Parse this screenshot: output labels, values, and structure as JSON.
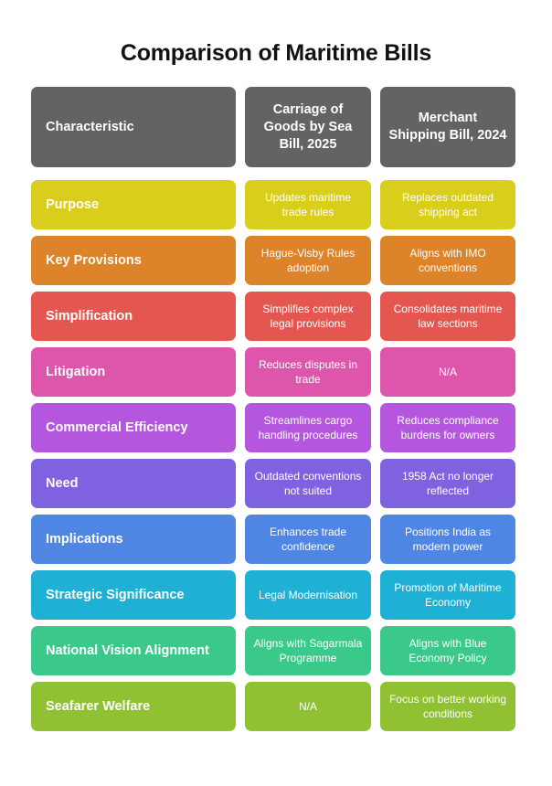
{
  "title": "Comparison of Maritime Bills",
  "columns": {
    "characteristic": "Characteristic",
    "bill_a": "Carriage of Goods by Sea Bill, 2025",
    "bill_b": "Merchant Shipping Bill, 2024"
  },
  "header_color": "#636363",
  "title_color": "#121212",
  "background_color": "#ffffff",
  "text_color": "#ffffff",
  "rows": [
    {
      "characteristic": "Purpose",
      "bill_a": "Updates maritime trade rules",
      "bill_b": "Replaces outdated shipping act",
      "color": "#D9CE1C"
    },
    {
      "characteristic": "Key Provisions",
      "bill_a": "Hague-Visby Rules adoption",
      "bill_b": "Aligns with IMO conventions",
      "color": "#DD8329"
    },
    {
      "characteristic": "Simplification",
      "bill_a": "Simplifies complex legal provisions",
      "bill_b": "Consolidates maritime law sections",
      "color": "#E45750"
    },
    {
      "characteristic": "Litigation",
      "bill_a": "Reduces disputes in trade",
      "bill_b": "N/A",
      "color": "#DE55AC"
    },
    {
      "characteristic": "Commercial Efficiency",
      "bill_a": "Streamlines cargo handling procedures",
      "bill_b": "Reduces compliance burdens for owners",
      "color": "#B557DE"
    },
    {
      "characteristic": "Need",
      "bill_a": "Outdated conventions not suited",
      "bill_b": "1958 Act no longer reflected",
      "color": "#7F62E0"
    },
    {
      "characteristic": "Implications",
      "bill_a": "Enhances trade confidence",
      "bill_b": "Positions India as modern power",
      "color": "#4F86E3"
    },
    {
      "characteristic": "Strategic Significance",
      "bill_a": "Legal Modernisation",
      "bill_b": "Promotion of Maritime Economy",
      "color": "#1FB0D5"
    },
    {
      "characteristic": "National Vision Alignment",
      "bill_a": "Aligns with Sagarmala Programme",
      "bill_b": "Aligns with Blue Economy Policy",
      "color": "#3BC98B"
    },
    {
      "characteristic": "Seafarer Welfare",
      "bill_a": "N/A",
      "bill_b": "Focus on better working conditions",
      "color": "#8FC133"
    }
  ]
}
